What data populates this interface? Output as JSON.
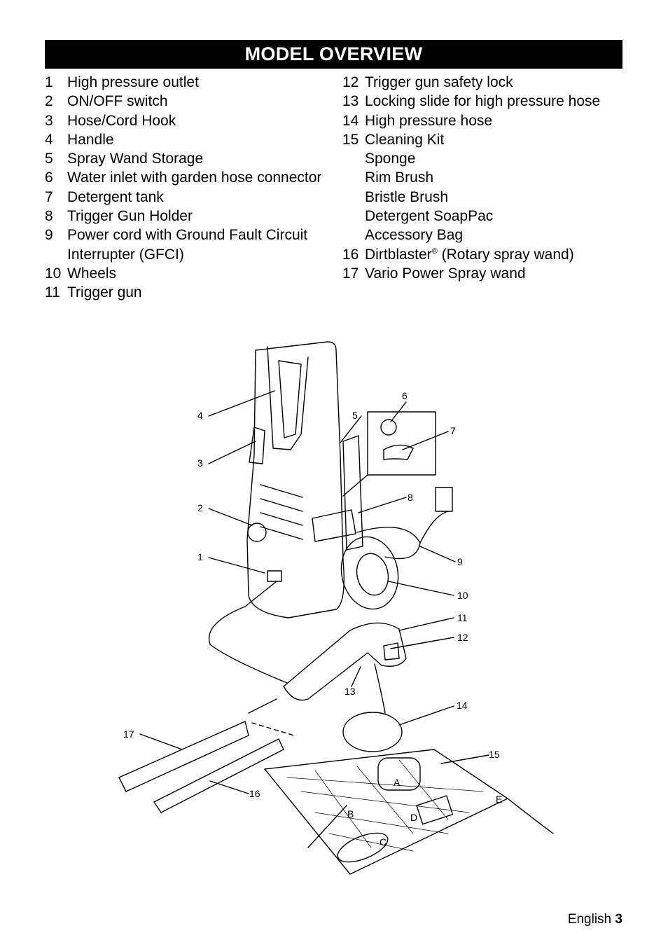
{
  "title": "MODEL OVERVIEW",
  "left_items": [
    {
      "num": "1",
      "text": "High pressure outlet"
    },
    {
      "num": "2",
      "text": "ON/OFF switch"
    },
    {
      "num": "3",
      "text": "Hose/Cord Hook"
    },
    {
      "num": "4",
      "text": "Handle"
    },
    {
      "num": "5",
      "text": "Spray Wand Storage"
    },
    {
      "num": "6",
      "text": "Water inlet with garden hose connector"
    },
    {
      "num": "7",
      "text": "Detergent tank"
    },
    {
      "num": "8",
      "text": "Trigger Gun Holder"
    },
    {
      "num": "9",
      "text": "Power cord with Ground Fault Circuit Interrupter (GFCI)"
    },
    {
      "num": "10",
      "text": "Wheels"
    },
    {
      "num": "11",
      "text": "Trigger gun"
    }
  ],
  "right_items": [
    {
      "num": "12",
      "text": "Trigger gun safety lock"
    },
    {
      "num": "13",
      "text": "Locking slide for high pressure hose"
    },
    {
      "num": "14",
      "text": "High pressure hose"
    },
    {
      "num": "15",
      "text": "Cleaning Kit"
    }
  ],
  "cleaning_kit": [
    "Sponge",
    "Rim Brush",
    "Bristle Brush",
    "Detergent SoapPac",
    "Accessory Bag"
  ],
  "item16": {
    "num": "16",
    "name": "Dirtblaster",
    "mark": "®",
    "rest": " (Rotary spray wand)"
  },
  "item17": {
    "num": "17",
    "text": "Vario Power Spray wand"
  },
  "callouts": {
    "n1": "1",
    "n2": "2",
    "n3": "3",
    "n4": "4",
    "n5": "5",
    "n6": "6",
    "n7": "7",
    "n8": "8",
    "n9": "9",
    "n10": "10",
    "n11": "11",
    "n12": "12",
    "n13": "13",
    "n14": "14",
    "n15": "15",
    "n16": "16",
    "n17": "17",
    "a": "A",
    "b": "B",
    "c": "C",
    "d": "D",
    "e": "E"
  },
  "footer": {
    "language": "English",
    "page": "3"
  }
}
